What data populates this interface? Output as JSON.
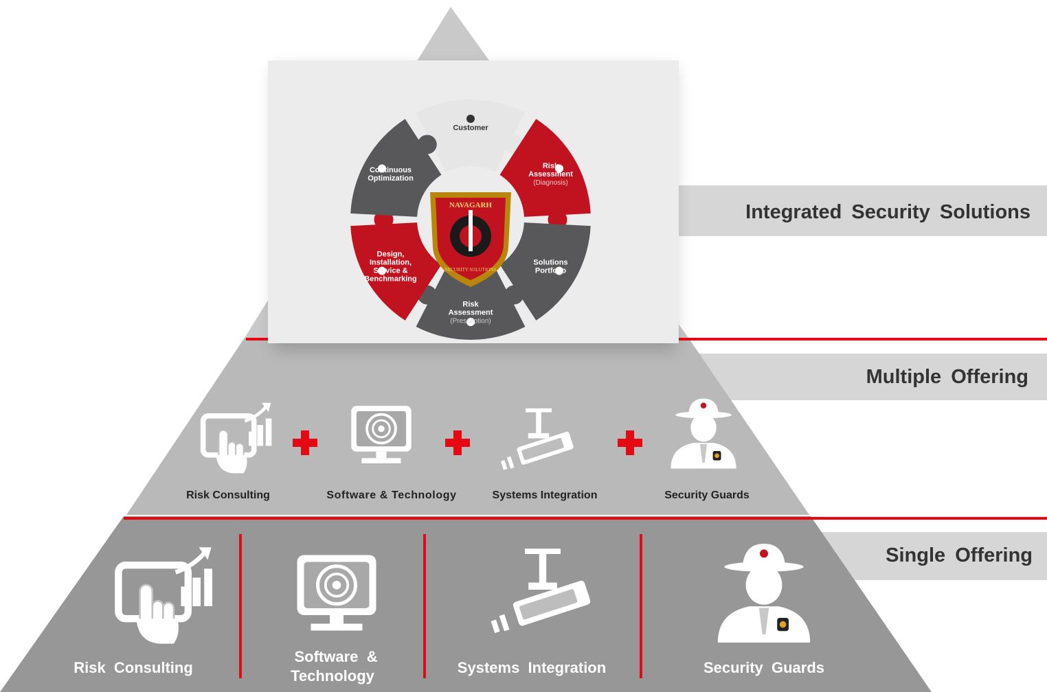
{
  "tiers": [
    {
      "key": "top",
      "label": "Integrated Security Solutions"
    },
    {
      "key": "middle",
      "label": "Multiple Offering"
    },
    {
      "key": "bottom",
      "label": "Single Offering"
    }
  ],
  "wheel": {
    "segments": [
      {
        "lines": [
          "Customer"
        ],
        "sub": "",
        "icon": "people-icon"
      },
      {
        "lines": [
          "Risk",
          "Assessment"
        ],
        "sub": "(Diagnosis)",
        "icon": "magnifier-document-icon"
      },
      {
        "lines": [
          "Solutions",
          "Portfolio"
        ],
        "sub": "",
        "icon": "tools-icon"
      },
      {
        "lines": [
          "Risk",
          "Assessment"
        ],
        "sub": "(Prescription)",
        "icon": "route-icon"
      },
      {
        "lines": [
          "Design,",
          "Installation,",
          "Service &",
          "Benchmarking"
        ],
        "sub": "",
        "icon": "gears-icon"
      },
      {
        "lines": [
          "Continuous",
          "Optimization"
        ],
        "sub": "",
        "icon": "bar-chart-icon"
      }
    ],
    "emblem_text": "NAVAGARH",
    "emblem_subtext": "SECURITY SOLUTIONS"
  },
  "middle_items": [
    {
      "label": "Risk Consulting",
      "icon": "tablet-chart-icon"
    },
    {
      "label": "Software & Technology",
      "icon": "monitor-icon"
    },
    {
      "label": "Systems Integration",
      "icon": "cctv-camera-icon"
    },
    {
      "label": "Security Guards",
      "icon": "guard-icon"
    }
  ],
  "bottom_items": [
    {
      "lines": [
        "Risk  Consulting"
      ],
      "icon": "tablet-chart-icon"
    },
    {
      "lines": [
        "Software  &",
        "Technology"
      ],
      "icon": "monitor-icon"
    },
    {
      "lines": [
        "Systems  Integration"
      ],
      "icon": "cctv-camera-icon"
    },
    {
      "lines": [
        "Security  Guards"
      ],
      "icon": "guard-icon"
    }
  ],
  "plus_symbol": "+",
  "colors": {
    "top_tier": "#c9c9c9",
    "middle_tier": "#b9b9b9",
    "bottom_tier": "#979797",
    "accent_red": "#e50914",
    "wheel_red": "#c1121f",
    "wheel_dark": "#58585a",
    "label_band": "#d6d6d6"
  }
}
